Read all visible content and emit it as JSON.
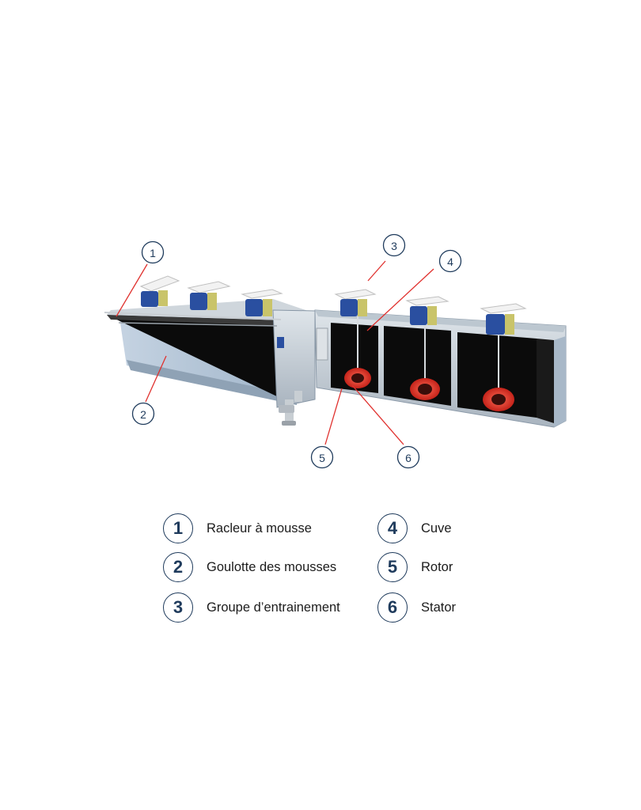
{
  "callouts": [
    {
      "num": "1"
    },
    {
      "num": "2"
    },
    {
      "num": "3"
    },
    {
      "num": "4"
    },
    {
      "num": "5"
    },
    {
      "num": "6"
    }
  ],
  "legend": [
    {
      "num": "1",
      "label": "Racleur à mousse"
    },
    {
      "num": "2",
      "label": "Goulotte des mousses"
    },
    {
      "num": "3",
      "label": "Groupe d’entrainement"
    },
    {
      "num": "4",
      "label": "Cuve"
    },
    {
      "num": "5",
      "label": "Rotor"
    },
    {
      "num": "6",
      "label": "Stator"
    }
  ],
  "colors": {
    "accent": "#1f3b5c",
    "leader_line": "#e0312e",
    "motor": "#2a4fa0",
    "rotor": "#e0382b",
    "tank_frame": "#b9c3cc",
    "tank_interior": "#0c0c0c"
  }
}
